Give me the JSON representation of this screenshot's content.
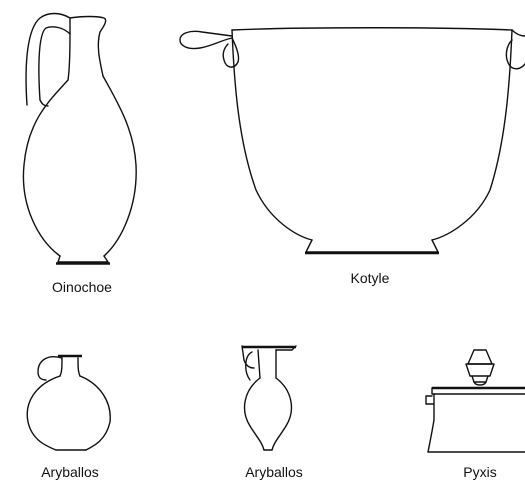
{
  "vessels": [
    {
      "id": "oinochoe",
      "label": "Oinochoe"
    },
    {
      "id": "kotyle",
      "label": "Kotyle"
    },
    {
      "id": "aryballos-round",
      "label": "Aryballos"
    },
    {
      "id": "aryballos-pointed",
      "label": "Aryballos"
    },
    {
      "id": "pyxis",
      "label": "Pyxis"
    }
  ]
}
